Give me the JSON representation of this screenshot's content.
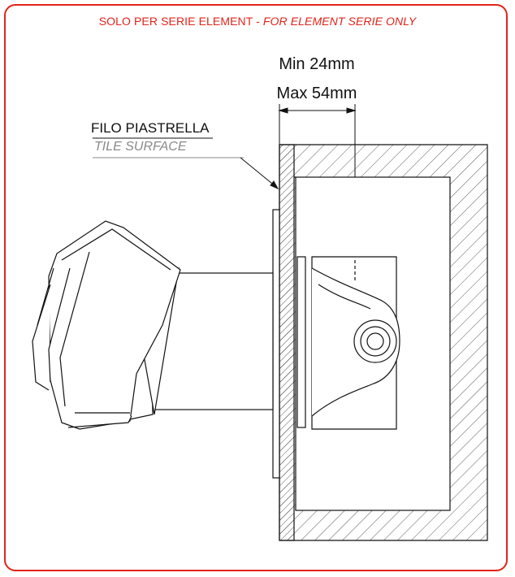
{
  "banner": {
    "text_main": "SOLO PER SERIE ELEMENT - ",
    "text_italic": "FOR ELEMENT SERIE ONLY",
    "color": "#e2231a"
  },
  "dimension": {
    "min_label": "Min 24mm",
    "max_label": "Max 54mm"
  },
  "callout": {
    "label_it": "FILO PIASTRELLA",
    "label_en": "TILE SURFACE"
  },
  "icons": [
    "hatched-wall-icon",
    "valve-body-icon",
    "mixer-handle-icon"
  ]
}
